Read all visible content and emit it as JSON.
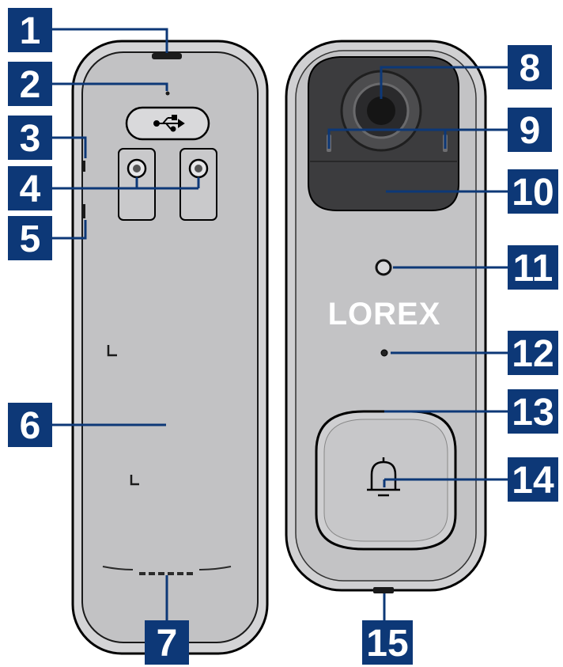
{
  "brand": {
    "logo_text": "LOREX"
  },
  "colors": {
    "label_bg": "#0d3877",
    "label_text": "#ffffff",
    "device_body": "#c7c7c9",
    "device_outline": "#000000",
    "lens_panel": "#3a3a3c",
    "leader_line": "#0d3877"
  },
  "icons": {
    "usb": "usb-icon",
    "bell": "bell-icon"
  },
  "callouts": [
    {
      "id": "1",
      "part": "back-top-notch"
    },
    {
      "id": "2",
      "part": "usb-port"
    },
    {
      "id": "3",
      "part": "side-reset-top"
    },
    {
      "id": "4",
      "part": "wiring-terminals"
    },
    {
      "id": "5",
      "part": "side-reset-bottom"
    },
    {
      "id": "6",
      "part": "back-plate"
    },
    {
      "id": "7",
      "part": "speaker-grille"
    },
    {
      "id": "8",
      "part": "camera-lens"
    },
    {
      "id": "9",
      "part": "ir-leds"
    },
    {
      "id": "10",
      "part": "lens-panel"
    },
    {
      "id": "11",
      "part": "light-sensor"
    },
    {
      "id": "12",
      "part": "microphone"
    },
    {
      "id": "13",
      "part": "button-ring-led"
    },
    {
      "id": "14",
      "part": "doorbell-button"
    },
    {
      "id": "15",
      "part": "bottom-screw"
    }
  ]
}
